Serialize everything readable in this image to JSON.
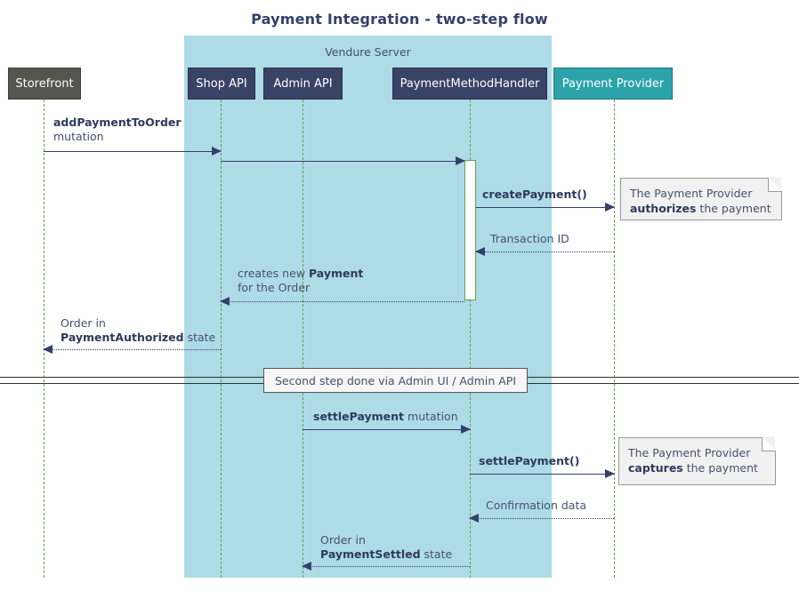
{
  "diagram": {
    "title": "Payment Integration - two-step flow",
    "group_label": "Vendure Server",
    "divider_label": "Second step done via Admin UI / Admin API",
    "colors": {
      "group_fill": "#addbe6",
      "participant_dark": "#3a4266",
      "participant_gray": "#555550",
      "participant_teal": "#2ba3a8",
      "arrow": "#33406b",
      "lifeline": "#5fa050",
      "note_fill": "#f1f1f1",
      "text": "#465070"
    }
  },
  "participants": [
    {
      "id": "storefront",
      "label": "Storefront"
    },
    {
      "id": "shop-api",
      "label": "Shop API"
    },
    {
      "id": "admin-api",
      "label": "Admin API"
    },
    {
      "id": "handler",
      "label": "PaymentMethodHandler"
    },
    {
      "id": "provider",
      "label": "Payment Provider"
    }
  ],
  "messages": [
    {
      "id": "m1",
      "bold": "addPaymentToOrder",
      "rest": "mutation",
      "from": "storefront",
      "to": "shop-api",
      "style": "solid"
    },
    {
      "id": "m2",
      "bold": "",
      "rest": "",
      "from": "shop-api",
      "to": "handler",
      "style": "solid"
    },
    {
      "id": "m3",
      "bold": "createPayment()",
      "rest": "",
      "from": "handler",
      "to": "provider",
      "style": "solid"
    },
    {
      "id": "m4",
      "bold": "",
      "rest": "Transaction ID",
      "from": "provider",
      "to": "handler",
      "style": "dotted"
    },
    {
      "id": "m5",
      "line1_pre": "creates new ",
      "line1_bold": "Payment",
      "line2": "for the Order",
      "from": "handler",
      "to": "shop-api",
      "style": "dotted"
    },
    {
      "id": "m6",
      "line1": "Order in",
      "line2_bold": "PaymentAuthorized",
      "line2_post": " state",
      "from": "shop-api",
      "to": "storefront",
      "style": "dotted"
    },
    {
      "id": "m7",
      "bold": "settlePayment",
      "rest": " mutation",
      "from": "admin-api",
      "to": "handler",
      "style": "solid"
    },
    {
      "id": "m8",
      "bold": "settlePayment()",
      "rest": "",
      "from": "handler",
      "to": "provider",
      "style": "solid"
    },
    {
      "id": "m9",
      "bold": "",
      "rest": "Confirmation data",
      "from": "provider",
      "to": "handler",
      "style": "dotted"
    },
    {
      "id": "m10",
      "line1": "Order in",
      "line2_bold": "PaymentSettled",
      "line2_post": " state",
      "from": "handler",
      "to": "admin-api",
      "style": "dotted"
    }
  ],
  "notes": [
    {
      "id": "note-authorizes",
      "line1": "The Payment Provider",
      "bold": "authorizes",
      "line2_post": " the payment"
    },
    {
      "id": "note-captures",
      "line1": "The Payment Provider",
      "bold": "captures",
      "line2_post": " the payment"
    }
  ],
  "labels": {
    "m1_bold": "addPaymentToOrder",
    "m1_rest": "mutation",
    "m3": "createPayment()",
    "m4": "Transaction ID",
    "m5_pre": "creates new ",
    "m5_bold": "Payment",
    "m5_line2": "for the Order",
    "m6_line1": "Order in",
    "m6_bold": "PaymentAuthorized",
    "m6_post": " state",
    "m7_bold": "settlePayment",
    "m7_rest": " mutation",
    "m8": "settlePayment()",
    "m9": "Confirmation data",
    "m10_line1": "Order in",
    "m10_bold": "PaymentSettled",
    "m10_post": " state",
    "note1_line1": "The Payment Provider",
    "note1_bold": "authorizes",
    "note1_post": " the payment",
    "note2_line1": "The Payment Provider",
    "note2_bold": "captures",
    "note2_post": " the payment"
  }
}
